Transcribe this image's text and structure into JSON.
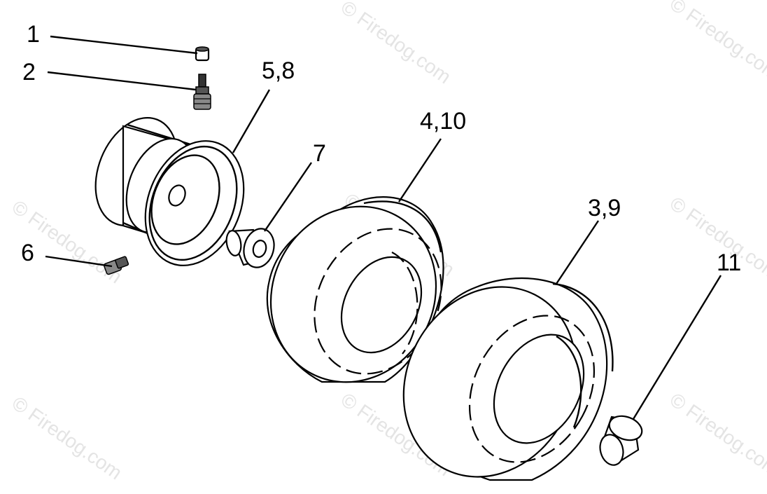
{
  "diagram": {
    "callouts": {
      "c1": "1",
      "c2": "2",
      "c58": "5,8",
      "c7": "7",
      "c410": "4,10",
      "c39": "3,9",
      "c11": "11",
      "c6": "6"
    },
    "watermark": "© Firedog.com"
  }
}
